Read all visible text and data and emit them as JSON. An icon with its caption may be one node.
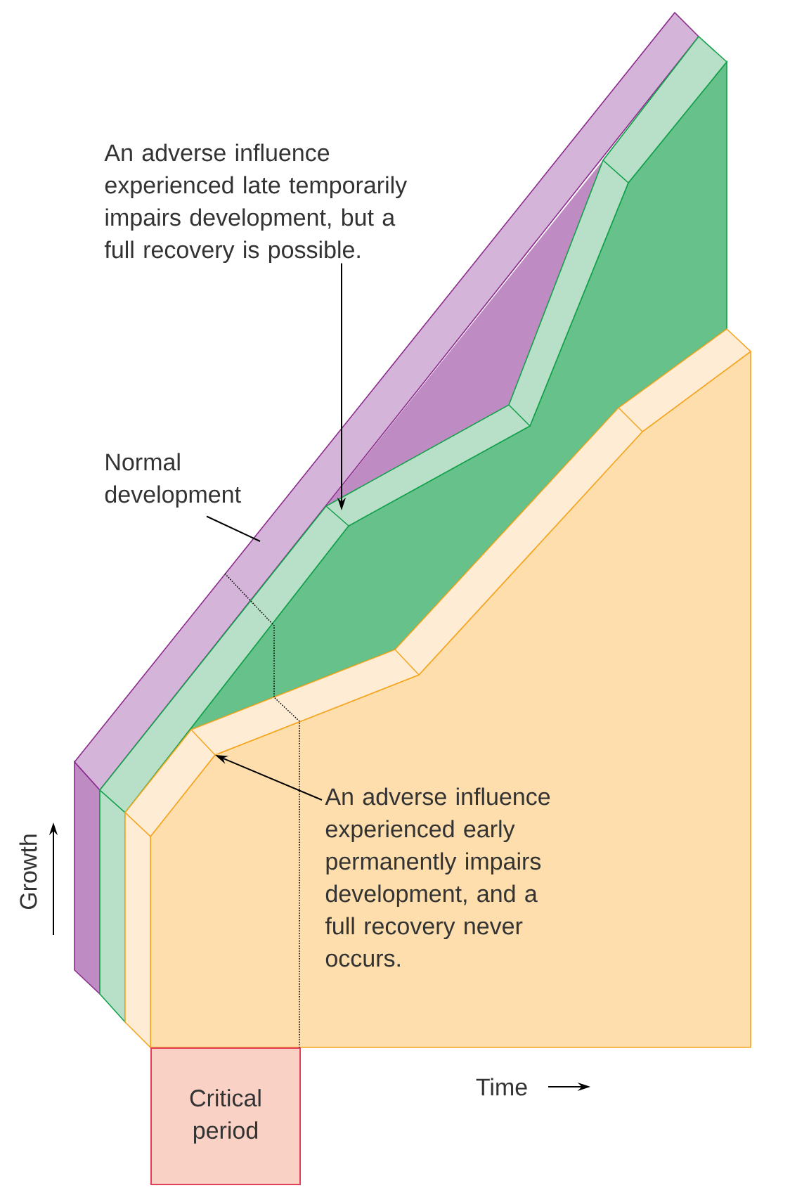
{
  "diagram": {
    "nodes": [
      {
        "text": [
          "An adverse influence experienced late temporarily impairs development, but a full recovery is possible."
        ]
      },
      {
        "text": [
          "Normal development"
        ]
      },
      {
        "text": [
          "An adverse influence experienced early permanently impairs development, and a full recovery never occurs."
        ]
      },
      {
        "text": [
          "Critical period"
        ]
      }
    ],
    "edges": [
      {
        "from": 0,
        "to": null,
        "arrow": "to"
      },
      {
        "from": 1,
        "to": null,
        "arrow": "none"
      },
      {
        "from": 2,
        "to": null,
        "arrow": "to"
      }
    ],
    "labels": [
      "Growth",
      "Time"
    ]
  }
}
